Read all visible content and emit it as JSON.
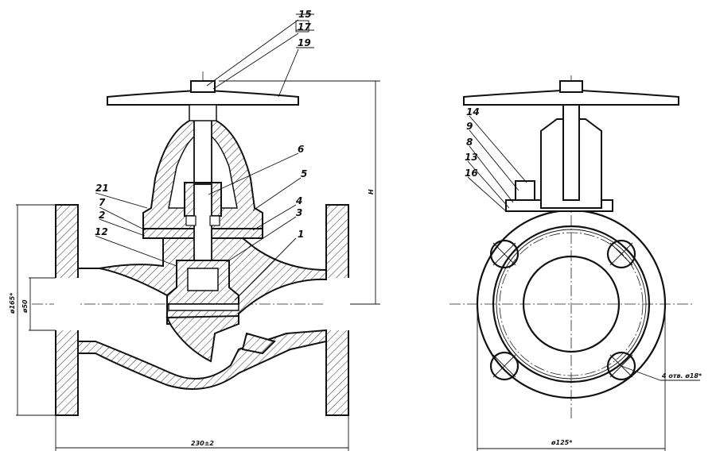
{
  "left_view": {
    "callouts": {
      "p15": "15",
      "p17": "17",
      "p19": "19",
      "p6": "6",
      "p5": "5",
      "p4": "4",
      "p3": "3",
      "p1": "1",
      "p21": "21",
      "p7": "7",
      "p2": "2",
      "p12": "12"
    },
    "dims": {
      "flange_dia": "ø165*",
      "bore_dia": "ø50",
      "length": "230±2",
      "height": "H"
    }
  },
  "right_view": {
    "callouts": {
      "p14": "14",
      "p9": "9",
      "p8": "8",
      "p13": "13",
      "p16": "16"
    },
    "dims": {
      "holes": "4 отв. ø18*",
      "bolt_circle": "ø125*"
    }
  }
}
